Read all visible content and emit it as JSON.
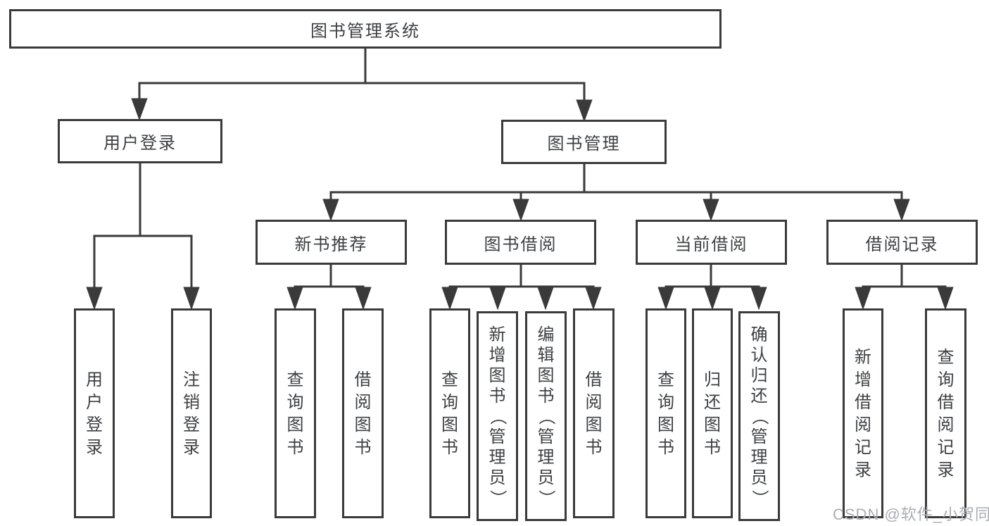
{
  "diagram": {
    "root": {
      "label": "图书管理系统"
    },
    "level2": [
      {
        "id": "user-login",
        "label": "用户登录"
      },
      {
        "id": "book-management",
        "label": "图书管理"
      }
    ],
    "level3": [
      {
        "id": "new-book-recommendation",
        "label": "新书推荐"
      },
      {
        "id": "book-borrowing",
        "label": "图书借阅"
      },
      {
        "id": "current-borrowing",
        "label": "当前借阅"
      },
      {
        "id": "borrowing-records",
        "label": "借阅记录"
      }
    ],
    "leaves": {
      "user_login": [
        "用户登录",
        "注销登录"
      ],
      "new_book": [
        "查询图书",
        "借阅图书"
      ],
      "book_borrow": [
        "查询图书",
        "新增图书（管理员）",
        "编辑图书（管理员）",
        "借阅图书"
      ],
      "current_borrow": [
        "查询图书",
        "归还图书",
        "确认归还（管理员）"
      ],
      "borrow_records": [
        "新增借阅记录",
        "查询借阅记录"
      ]
    }
  },
  "watermark": {
    "text": "CSDN @软件_小贺同学"
  },
  "colors": {
    "line": "#3a3a3a",
    "text": "#3d4043",
    "watermark": "#aaadb2",
    "background": "#ffffff"
  }
}
